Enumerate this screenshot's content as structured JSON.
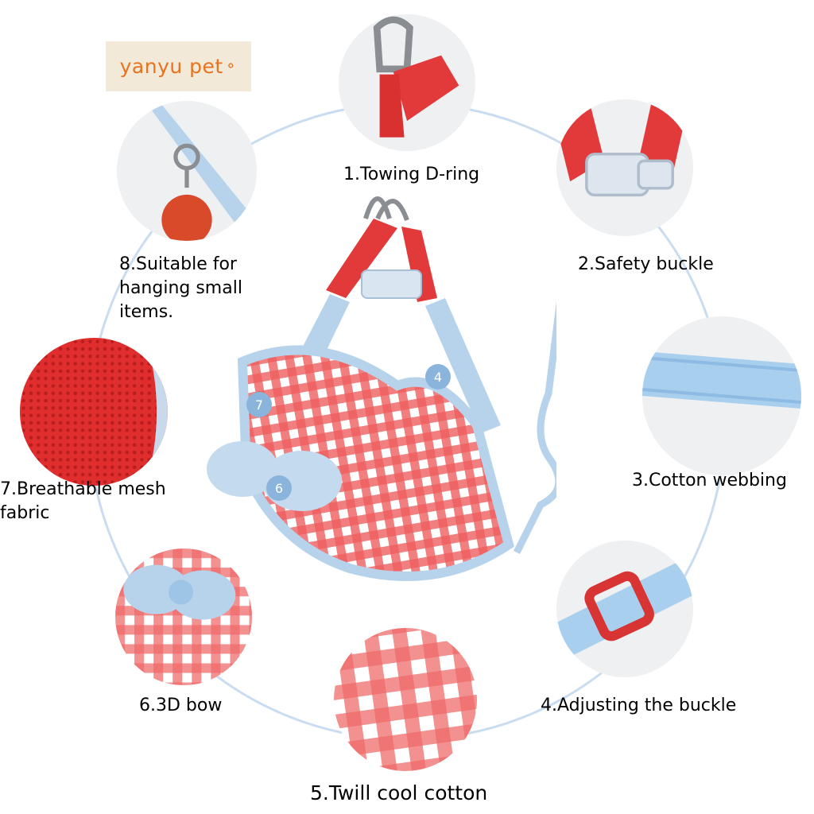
{
  "brand": {
    "logo_text": "yanyu pet"
  },
  "features": [
    {
      "label": "1.Towing D-ring"
    },
    {
      "label": "2.Safety buckle"
    },
    {
      "label": "3.Cotton webbing"
    },
    {
      "label": "4.Adjusting the buckle"
    },
    {
      "label": "5.Twill cool cotton"
    },
    {
      "label": "6.3D bow"
    },
    {
      "label": "7.Breathable mesh fabric",
      "lines": [
        "7.Breathable mesh",
        "fabric"
      ]
    },
    {
      "label": "8.Suitable for hanging small items.",
      "lines": [
        "8.Suitable for",
        "hanging small",
        "items."
      ]
    }
  ],
  "markers": [
    "7",
    "4",
    "6"
  ],
  "colors": {
    "red": "#e23a3a",
    "light_blue": "#b9d6ee",
    "ring_line": "#c9dcf0",
    "logo_bg": "#f3e9d8",
    "logo_text": "#e8731f"
  }
}
